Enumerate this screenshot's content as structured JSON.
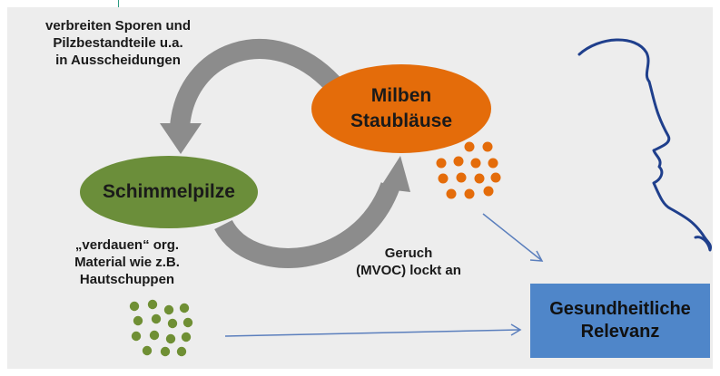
{
  "colors": {
    "background": "#ededed",
    "schimmel": "#6b8e3a",
    "milben": "#e46c0a",
    "box": "#4f86c9",
    "cycle_arrow": "#8c8c8c",
    "connector_line": "#5b7fbd",
    "face_line": "#1f3f8c",
    "dots_green": "#6f8f34",
    "dots_orange": "#e46c0a"
  },
  "nodes": {
    "schimmelpilze": "Schimmelpilze",
    "milben_line1": "Milben",
    "milben_line2": "Staubläuse",
    "relevanz_line1": "Gesundheitliche",
    "relevanz_line2": "Relevanz"
  },
  "annotations": {
    "top_left": [
      "verbreiten Sporen und",
      "Pilzbestandteile u.a.",
      "in Ausscheidungen"
    ],
    "bottom_left": [
      "„verdauen“ org.",
      "Material wie z.B.",
      "Hautschuppen"
    ],
    "geruch": [
      "Geruch",
      "(MVOC) lockt an"
    ]
  },
  "icons": {
    "face": "human-face-profile-icon",
    "green_particles": "spore-dots-icon",
    "orange_particles": "mite-dots-icon"
  }
}
